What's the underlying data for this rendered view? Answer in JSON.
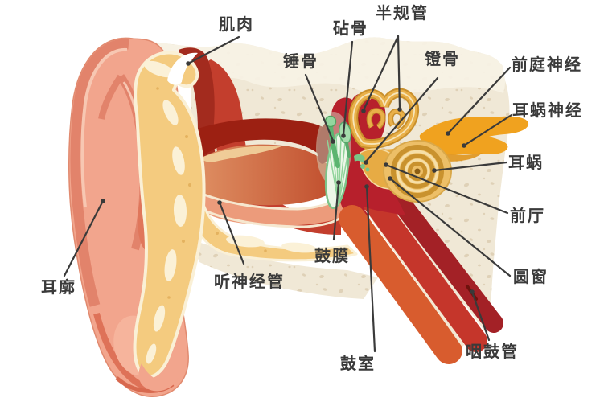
{
  "figure": {
    "type": "anatomical-diagram",
    "subject": "ear anatomy cross-section",
    "background": "#ffffff",
    "label_text_color": "#3a3a3a",
    "leader_line_color": "#3a3a3a"
  },
  "palette": {
    "pinna_salmon": "#F2A58D",
    "pinna_ridge": "#E2836B",
    "bone_cream": "#F0E8D6",
    "bone_speckle": "#D9C9AC",
    "cartilage_yellow": "#F4CB7F",
    "canal_red": "#C8583A",
    "canal_dark_wall": "#9C2012",
    "middle_ear_crimson": "#B7202C",
    "muscle_dark_red": "#A32B1E",
    "ossicle_green": "#8FD49C",
    "inner_ear_gold": "#E5A73F",
    "nerve_orange": "#F0A21F"
  },
  "labels": [
    {
      "id": "muscle",
      "text": "肌肉"
    },
    {
      "id": "malleus",
      "text": "锤骨"
    },
    {
      "id": "incus",
      "text": "砧骨"
    },
    {
      "id": "semicircular-canals",
      "text": "半规管"
    },
    {
      "id": "stapes",
      "text": "镫骨"
    },
    {
      "id": "vestibular-nerve",
      "text": "前庭神经"
    },
    {
      "id": "cochlear-nerve",
      "text": "耳蜗神经"
    },
    {
      "id": "cochlea",
      "text": "耳蜗"
    },
    {
      "id": "vestibule",
      "text": "前厅"
    },
    {
      "id": "round-window",
      "text": "圆窗"
    },
    {
      "id": "eustachian-tube",
      "text": "咽鼓管"
    },
    {
      "id": "tympanic-cavity",
      "text": "鼓室"
    },
    {
      "id": "eardrum",
      "text": "鼓膜"
    },
    {
      "id": "auditory-nerve-canal",
      "text": "听神经管"
    },
    {
      "id": "auricle",
      "text": "耳廓"
    }
  ]
}
